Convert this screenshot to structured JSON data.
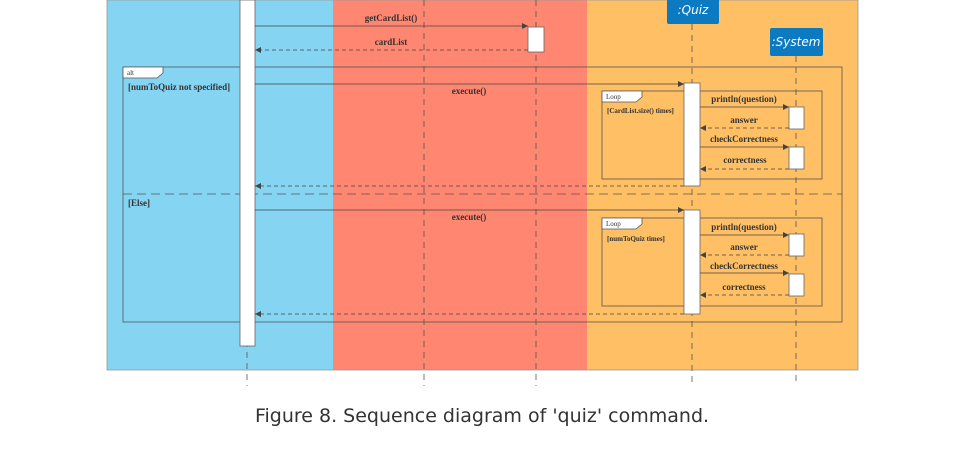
{
  "colors": {
    "lane_blue": "#85D4F2",
    "lane_red": "#FF8671",
    "lane_orange": "#FFBF65",
    "participant_box": "#0B7AC0"
  },
  "participants": {
    "quiz": ":Quiz",
    "system": ":System"
  },
  "messages": {
    "get_card_list": "getCardList()",
    "card_list": "cardList",
    "execute_1": "execute()",
    "execute_2": "execute()",
    "println_1": "println(question)",
    "answer_1": "answer",
    "check_1": "checkCorrectness",
    "correctness_1": "correctness",
    "println_2": "println(question)",
    "answer_2": "answer",
    "check_2": "checkCorrectness",
    "correctness_2": "correctness"
  },
  "fragments": {
    "alt_label": "alt",
    "alt_guard_1": "[numToQuiz not specified]",
    "alt_guard_2": "[Else]",
    "loop_1_label": "Loop",
    "loop_1_guard": "[CardList.size() times]",
    "loop_2_label": "Loop",
    "loop_2_guard": "[numToQuiz times]"
  },
  "caption": "Figure 8. Sequence diagram of 'quiz' command."
}
